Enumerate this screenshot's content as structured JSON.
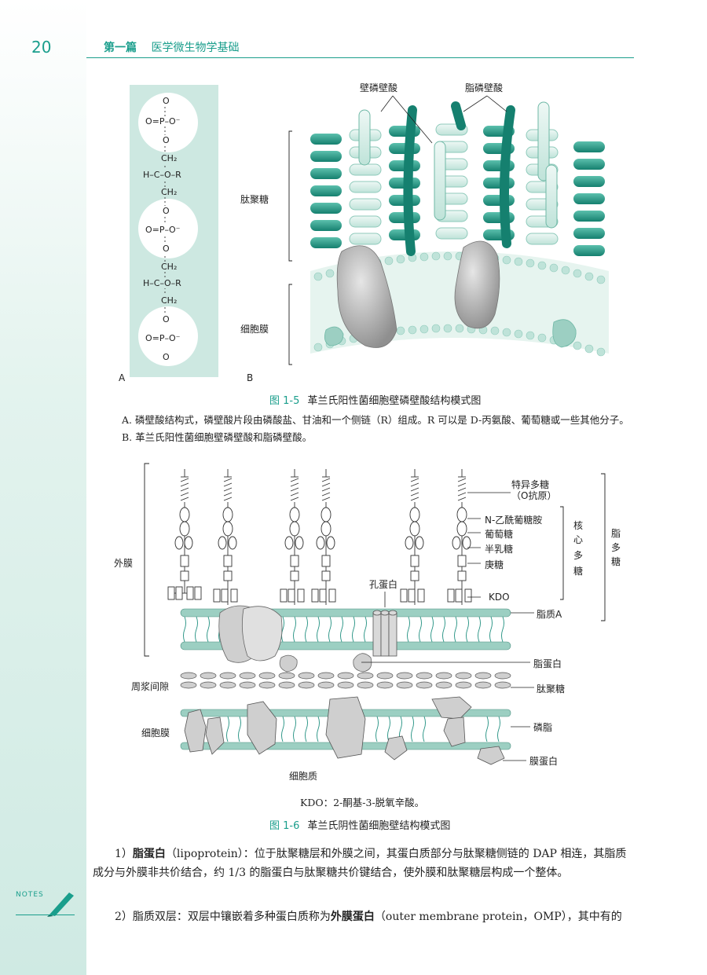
{
  "page": {
    "number": "20",
    "part": "第一篇",
    "section": "医学微生物学基础"
  },
  "fig15": {
    "chem": {
      "o": "O",
      "p_row": "O=P–O⁻",
      "ch2": "CH₂",
      "chor": "H–C–O–R"
    },
    "label_a": "A",
    "label_b": "B",
    "teichoic_wall": "壁磷壁酸",
    "teichoic_lipo": "脂磷壁酸",
    "peptidoglycan": "肽聚糖",
    "cell_membrane": "细胞膜",
    "caption_num": "图 1-5",
    "caption": "革兰氏阳性菌细胞壁磷壁酸结构模式图",
    "note": "A. 磷壁酸结构式，磷壁酸片段由磷酸盐、甘油和一个侧链（R）组成。R 可以是 D-丙氨酸、葡萄糖或一些其他分子。B. 革兰氏阳性菌细胞壁磷壁酸和脂磷壁酸。"
  },
  "fig16": {
    "outer_membrane": "外膜",
    "periplasm": "周浆间隙",
    "cell_membrane": "细胞膜",
    "cytoplasm": "细胞质",
    "porin": "孔蛋白",
    "specific_poly": "特异多糖",
    "o_antigen": "（O抗原）",
    "nag": "N-乙酰葡糖胺",
    "glucose": "葡萄糖",
    "galactose": "半乳糖",
    "heptose": "庚糖",
    "kdo": "KDO",
    "lipid_a": "脂质A",
    "core_poly": [
      "核",
      "心",
      "多",
      "糖"
    ],
    "lps": [
      "脂",
      "多",
      "糖"
    ],
    "lipoprotein": "脂蛋白",
    "peptidoglycan": "肽聚糖",
    "phospholipid": "磷脂",
    "membrane_protein": "膜蛋白",
    "kdo_note": "KDO：2-酮基-3-脱氧辛酸。",
    "caption_num": "图 1-6",
    "caption": "革兰氏阴性菌细胞壁结构模式图"
  },
  "body": {
    "p1_num": "1）",
    "p1_term": "脂蛋白",
    "p1_text": "（lipoprotein）：位于肽聚糖层和外膜之间，其蛋白质部分与肽聚糖侧链的 DAP 相连，其脂质成分与外膜非共价结合，约 1/3 的脂蛋白与肽聚糖共价键结合，使外膜和肽聚糖层构成一个整体。",
    "p2_num": "2）",
    "p2_text_a": "脂质双层：双层中镶嵌着多种蛋白质称为",
    "p2_term": "外膜蛋白",
    "p2_text_b": "（outer membrane protein，OMP），其中有的"
  },
  "notes_label": "NOTES",
  "colors": {
    "accent": "#1a9e8c",
    "band": "#cfeae3",
    "teal_dark": "#1f8f7f",
    "teal_light": "#bfe6dc",
    "protein_gray": "#b7b7b7"
  }
}
